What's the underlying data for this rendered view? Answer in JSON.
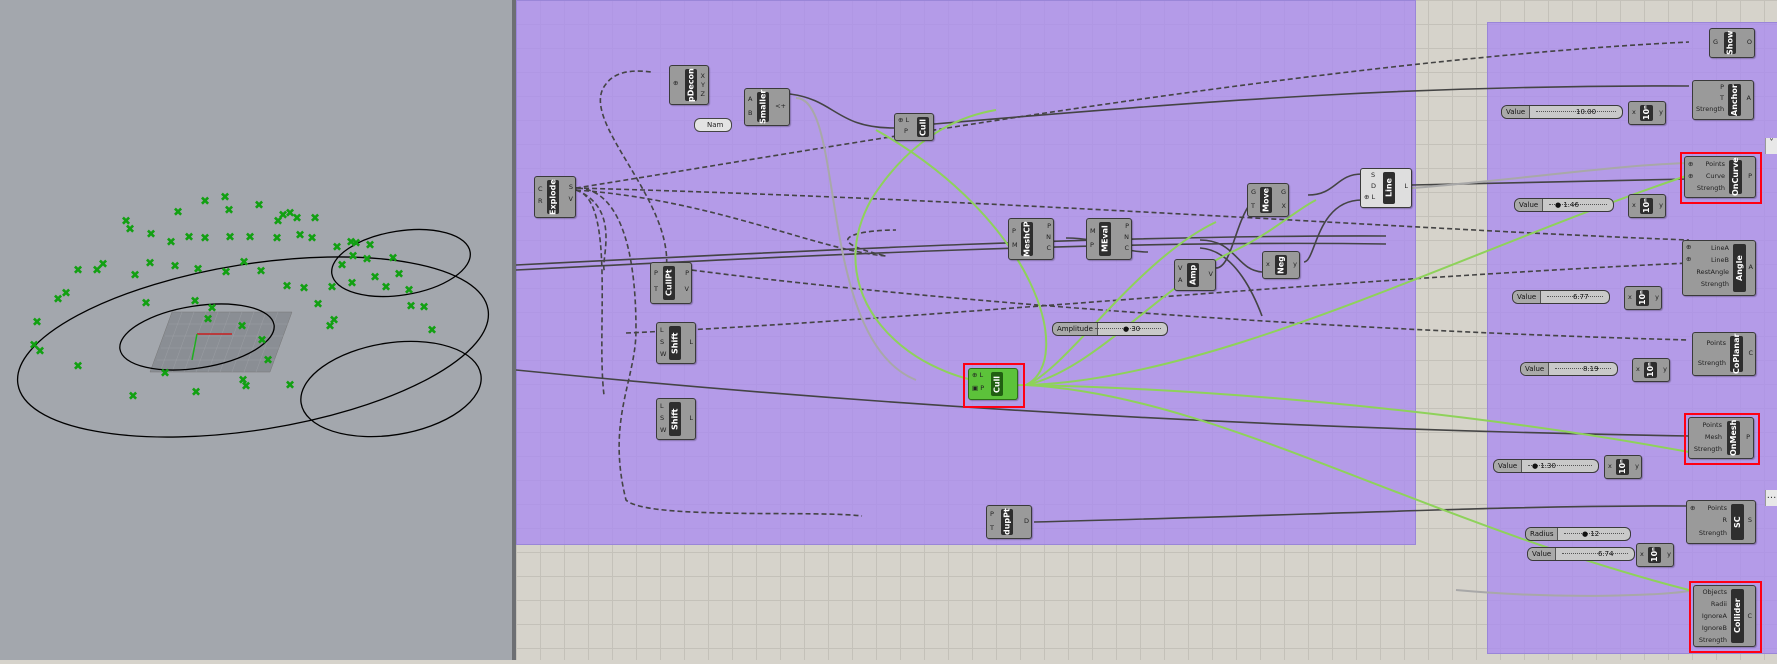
{
  "viewport": {
    "points_color": "#12a012",
    "curve_color": "#000000"
  },
  "components": {
    "pdecon": {
      "title": "pDecon"
    },
    "smaller": {
      "title": "Smaller",
      "inputs": [
        "A",
        "B"
      ],
      "out": "<+"
    },
    "cull_top": {
      "title": "Cull",
      "inputs": [
        "L",
        "P"
      ]
    },
    "nam": {
      "text": "Nam"
    },
    "explode": {
      "title": "Explode",
      "inputs": [
        "C",
        "R"
      ],
      "outputs": [
        "S",
        "V"
      ]
    },
    "cullpt": {
      "title": "CullPt",
      "inputs": [
        "P",
        "T"
      ],
      "outputs": [
        "P",
        "V"
      ]
    },
    "shift1": {
      "title": "Shift",
      "inputs": [
        "L",
        "S",
        "W"
      ],
      "out": "L"
    },
    "shift2": {
      "title": "Shift",
      "inputs": [
        "L",
        "S",
        "W"
      ],
      "out": "L"
    },
    "meshcp": {
      "title": "MeshCP",
      "inputs": [
        "P",
        "M"
      ],
      "outputs": [
        "P",
        "N",
        "C"
      ]
    },
    "meval": {
      "title": "MEval",
      "inputs": [
        "M",
        "P"
      ],
      "outputs": [
        "P",
        "N",
        "C"
      ]
    },
    "amp": {
      "title": "Amp",
      "inputs": [
        "V",
        "A"
      ],
      "out": "V"
    },
    "move": {
      "title": "Move",
      "inputs": [
        "G",
        "T"
      ],
      "outputs": [
        "G",
        "X"
      ]
    },
    "neg": {
      "title": "Neg",
      "inputs": [
        "x"
      ],
      "out": "y"
    },
    "line": {
      "title": "Line",
      "inputs": [
        "S",
        "D",
        "L"
      ],
      "out": "L"
    },
    "amplitude": {
      "label": "Amplitude",
      "value": "30"
    },
    "cull_green": {
      "title": "Cull",
      "inputs": [
        "L",
        "P"
      ]
    },
    "duppt": {
      "title": "dupPt",
      "inputs": [
        "P",
        "T"
      ],
      "out": "D"
    }
  },
  "goals": {
    "show": {
      "title": "Show",
      "inputs": [
        "G"
      ],
      "out": "O"
    },
    "anchor": {
      "title": "Anchor",
      "inputs": [
        "P",
        "T",
        "Strength"
      ],
      "out": "A"
    },
    "oncurve": {
      "title": "OnCurve",
      "inputs": [
        "Points",
        "Curve",
        "Strength"
      ],
      "out": "P"
    },
    "angle": {
      "title": "Angle",
      "inputs": [
        "LineA",
        "LineB",
        "RestAngle",
        "Strength"
      ],
      "out": "A"
    },
    "coplanar": {
      "title": "CoPlanar",
      "inputs": [
        "Points",
        "Strength"
      ],
      "out": "C"
    },
    "onmesh": {
      "title": "OnMesh",
      "inputs": [
        "Points",
        "Mesh",
        "Strength"
      ],
      "out": "P"
    },
    "sc": {
      "title": "SC",
      "inputs": [
        "Points",
        "R",
        "Strength"
      ],
      "out": "S"
    },
    "collider": {
      "title": "Collider",
      "inputs": [
        "Objects",
        "Radii",
        "IgnoreA",
        "IgnoreB",
        "Strength"
      ],
      "out": "C"
    }
  },
  "sliders": [
    {
      "label": "Value",
      "value": "10.00"
    },
    {
      "label": "Value",
      "value": "1.46"
    },
    {
      "label": "Value",
      "value": "6.77"
    },
    {
      "label": "Value",
      "value": "8.19"
    },
    {
      "label": "Value",
      "value": "1.30"
    },
    {
      "label": "Radius",
      "value": "12"
    },
    {
      "label": "Value",
      "value": "6.74"
    }
  ],
  "power": {
    "title": "10ⁿ",
    "inputs": [
      "x"
    ],
    "out": "y"
  },
  "edge_controls": {
    "collapse": "˅",
    "more": "..."
  }
}
